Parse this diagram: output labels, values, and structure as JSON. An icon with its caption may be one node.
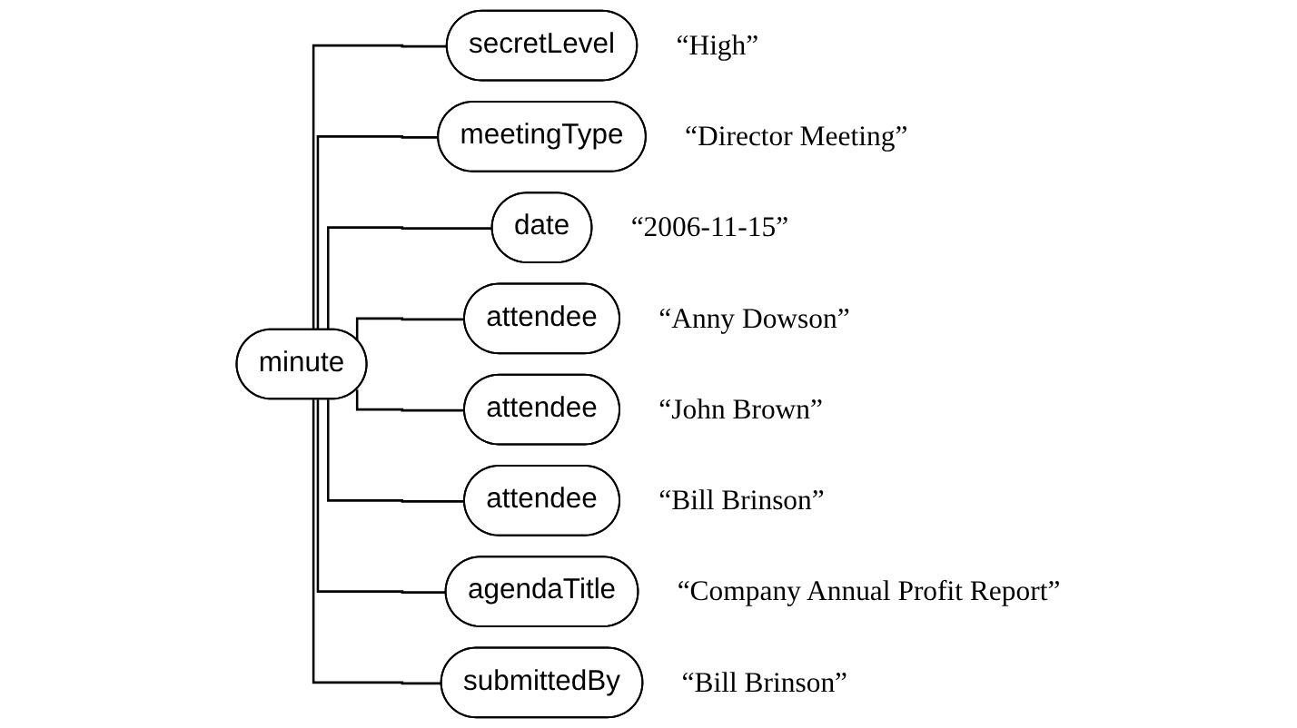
{
  "diagram": {
    "nodes": [
      {
        "text": [
          "minute"
        ]
      },
      {
        "text": [
          "secretLevel"
        ],
        "beside": [
          "“High”"
        ]
      },
      {
        "text": [
          "meetingType"
        ],
        "beside": [
          "“Director Meeting”"
        ]
      },
      {
        "text": [
          "date"
        ],
        "beside": [
          "“2006-11-15”"
        ]
      },
      {
        "text": [
          "attendee"
        ],
        "beside": [
          "“Anny Dowson”"
        ]
      },
      {
        "text": [
          "attendee"
        ],
        "beside": [
          "“John Brown”"
        ]
      },
      {
        "text": [
          "attendee"
        ],
        "beside": [
          "“Bill Brinson”"
        ]
      },
      {
        "text": [
          "agendaTitle"
        ],
        "beside": [
          "“Company Annual Profit Report”"
        ]
      },
      {
        "text": [
          "submittedBy"
        ],
        "beside": [
          "“Bill Brinson”"
        ]
      }
    ],
    "edges": [
      {
        "from": 0,
        "to": 1,
        "arrow": "none"
      },
      {
        "from": 0,
        "to": 2,
        "arrow": "none"
      },
      {
        "from": 0,
        "to": 3,
        "arrow": "none"
      },
      {
        "from": 0,
        "to": 4,
        "arrow": "none"
      },
      {
        "from": 0,
        "to": 5,
        "arrow": "none"
      },
      {
        "from": 0,
        "to": 6,
        "arrow": "none"
      },
      {
        "from": 0,
        "to": 7,
        "arrow": "none"
      },
      {
        "from": 0,
        "to": 8,
        "arrow": "none"
      }
    ]
  }
}
